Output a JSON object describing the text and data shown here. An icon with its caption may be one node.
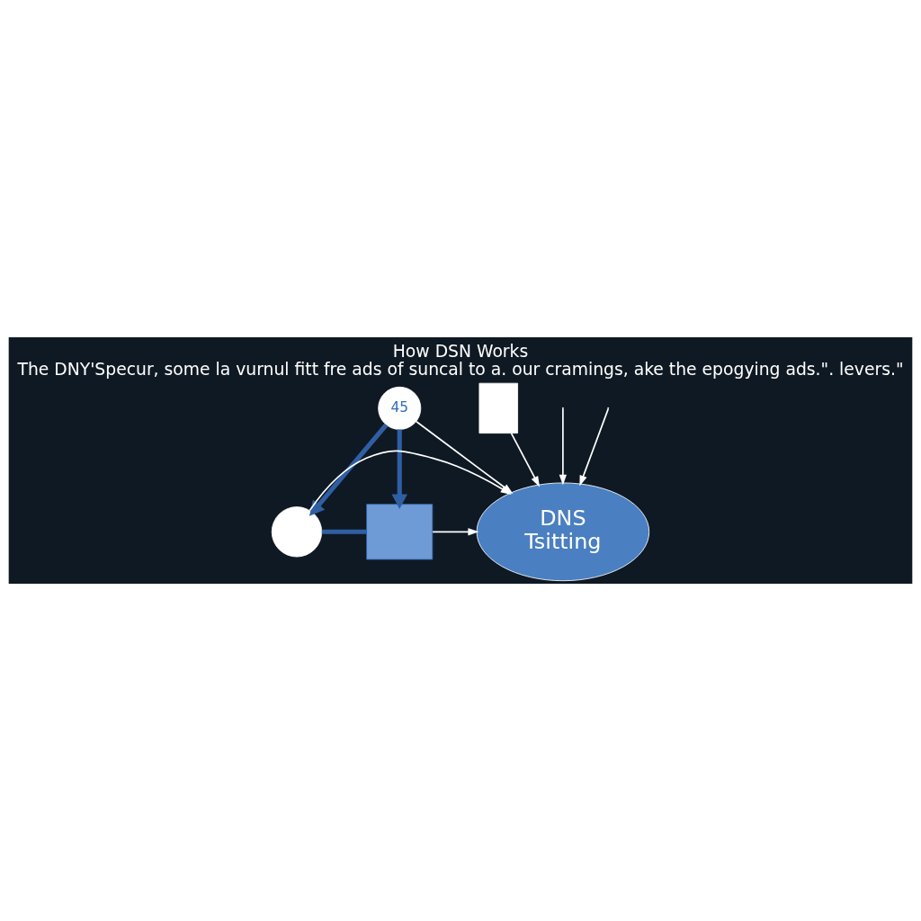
{
  "diagram": {
    "title": "How DSN Works",
    "caption": "The DNY'Specur, some la vurnul fitt fre ads of suncal to a. our cramings, ake the epogying ads.\". levers.\"",
    "nodes": [
      {
        "text": [
          "DNS",
          "Tsitting"
        ]
      },
      {
        "text": [
          "45"
        ]
      },
      {
        "text": [],
        "shape": "box"
      },
      {
        "text": [],
        "shape": "circle"
      },
      {
        "text": [],
        "shape": "box"
      }
    ],
    "edges": [
      {
        "from": 1,
        "to": 2,
        "arrow": "to",
        "style": "thick",
        "color": "#2f5fa3"
      },
      {
        "from": 1,
        "to": 3,
        "arrow": "to",
        "style": "thick",
        "color": "#2f5fa3"
      },
      {
        "from": 2,
        "to": 3,
        "arrow": "none",
        "style": "thick",
        "color": "#2f5fa3"
      },
      {
        "from": 1,
        "to": 0,
        "arrow": "to"
      },
      {
        "from": 2,
        "to": 0,
        "arrow": "to"
      },
      {
        "from": 3,
        "to": 0,
        "arrow": "to"
      },
      {
        "from": 4,
        "to": 0,
        "arrow": "to"
      },
      {
        "from": null,
        "to": 0,
        "arrow": "to"
      },
      {
        "from": null,
        "to": 0,
        "arrow": "to"
      }
    ]
  }
}
